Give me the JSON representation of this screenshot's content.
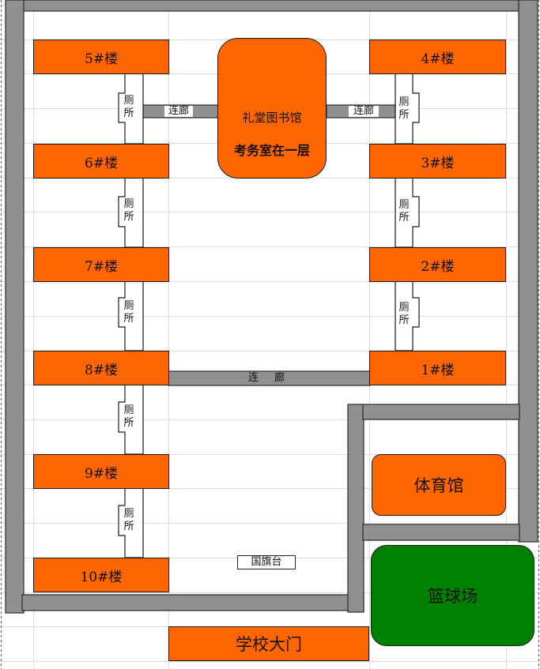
{
  "campus_map": {
    "left_buildings": [
      "5#楼",
      "6#楼",
      "7#楼",
      "8#楼",
      "9#楼",
      "10#楼"
    ],
    "right_buildings": [
      "4#楼",
      "3#楼",
      "2#楼",
      "1#楼"
    ],
    "left_toilets": [
      "厕所",
      "厕所",
      "厕所",
      "厕所",
      "厕所"
    ],
    "right_toilets": [
      "厕所",
      "厕所",
      "厕所"
    ],
    "corridors": {
      "left": "连廊",
      "right": "连廊",
      "bottom": "连 廊"
    },
    "library": {
      "name": "礼堂图书馆",
      "note": "考务室在一层"
    },
    "flag_platform": "国旗台",
    "gymnasium": "体育馆",
    "basketball_court": "篮球场",
    "school_gate": "学校大门"
  },
  "colors": {
    "building": "#FF6600",
    "basketball_court": "#008000",
    "wall": "#909090"
  }
}
